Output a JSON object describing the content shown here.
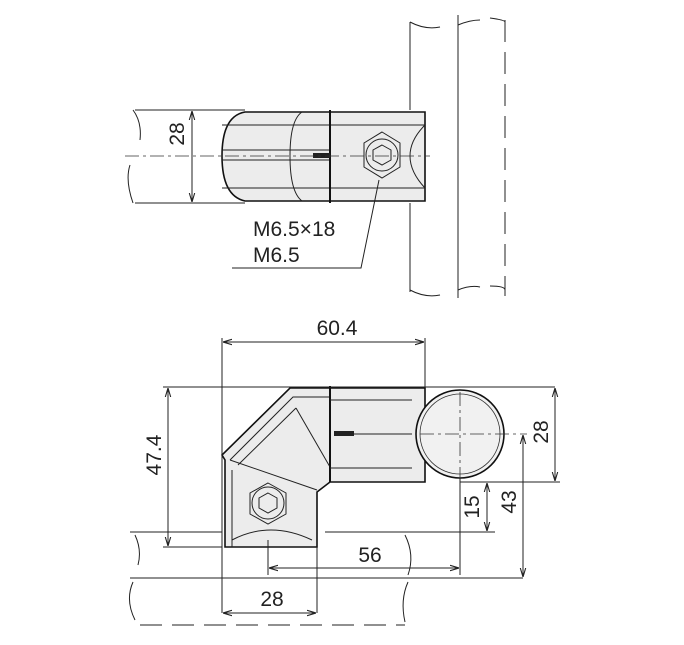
{
  "top_view": {
    "dim_height": "28",
    "bolt_label_line1": "M6.5×18",
    "bolt_label_line2": "M6.5"
  },
  "bottom_view": {
    "dim_width_overall": "60.4",
    "dim_height_overall": "47.4",
    "dim_pipe_diameter": "28",
    "dim_offset_15": "15",
    "dim_offset_43": "43",
    "dim_center_distance": "56",
    "dim_base_width": "28"
  }
}
